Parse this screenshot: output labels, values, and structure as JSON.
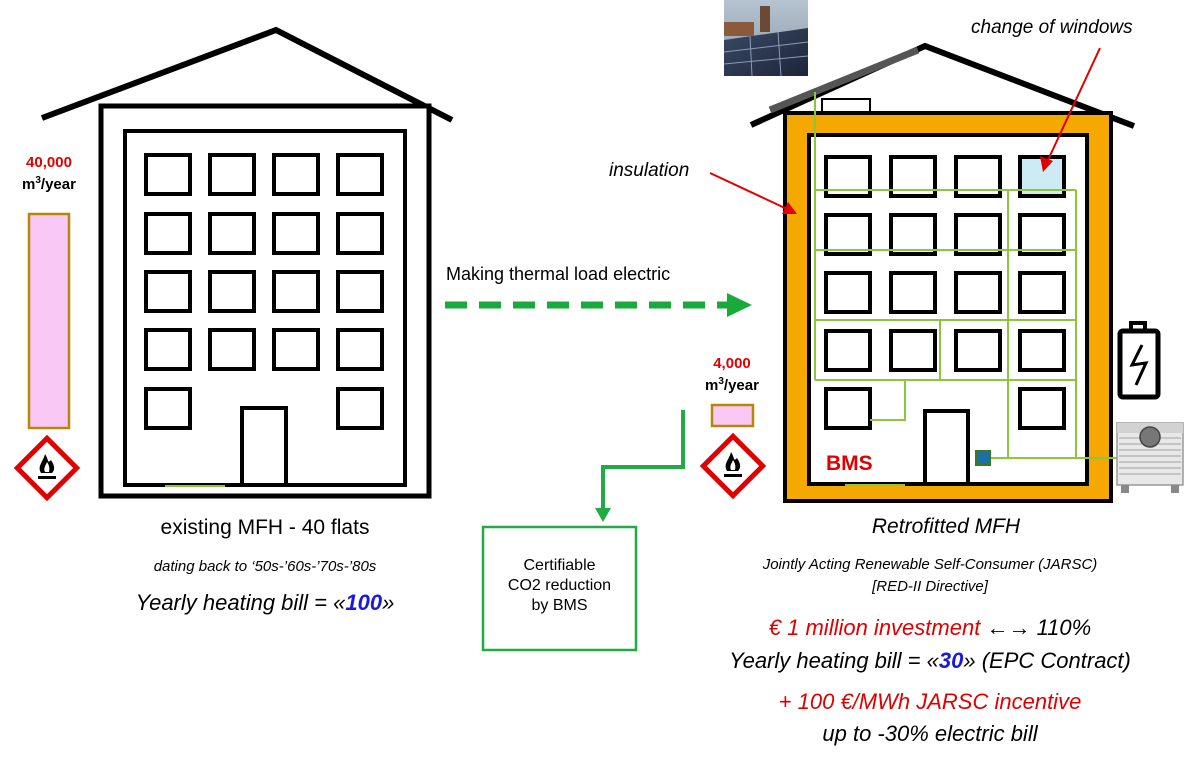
{
  "existing": {
    "consumption_value": "40,000",
    "consumption_unit": "m",
    "consumption_unit_sup": "3",
    "consumption_unit_suffix": "/year",
    "title": "existing MFH - 40 flats",
    "subtitle": "dating back to ‘50s-’60s-’70s-’80s",
    "bill_prefix": "Yearly heating bill = «",
    "bill_value": "100",
    "bill_suffix": "»"
  },
  "transition": {
    "arrow_label": "Making thermal load electric"
  },
  "retrofitted": {
    "consumption_value": "4,000",
    "consumption_unit": "m",
    "consumption_unit_sup": "3",
    "consumption_unit_suffix": "/year",
    "bms_label": "BMS",
    "insulation_label": "insulation",
    "windows_label": "change of windows",
    "title": "Retrofitted MFH",
    "subtitle_line1": "Jointly Acting Renewable Self-Consumer (JARSC)",
    "subtitle_line2": "[RED-II Directive]",
    "investment": "€ 1 million investment",
    "investment_arrow": "←→",
    "investment_pct": "110%",
    "bill_prefix": "Yearly heating bill = «",
    "bill_value": "30",
    "bill_suffix": "» (EPC Contract)",
    "incentive": "+ 100 €/MWh JARSC incentive",
    "electric_bill": "up to -30% electric bill"
  },
  "co2_box": {
    "line1": "Certifiable",
    "line2": "CO2 reduction",
    "line3": "by BMS"
  },
  "colors": {
    "insulation": "#f5a800",
    "gas_bar_fill": "#f9c8f5",
    "gas_bar_border": "#b8860b",
    "arrow_green": "#1aaa3c",
    "wiring_green": "#8cc63f",
    "box_green": "#22aa44",
    "accent_red": "#e00000",
    "highlight_blue": "#1a1adb",
    "new_window_fill": "#cdebf5"
  },
  "icons": [
    "flammable-icon",
    "battery-icon",
    "heat-pump-icon",
    "solar-panel-photo"
  ]
}
